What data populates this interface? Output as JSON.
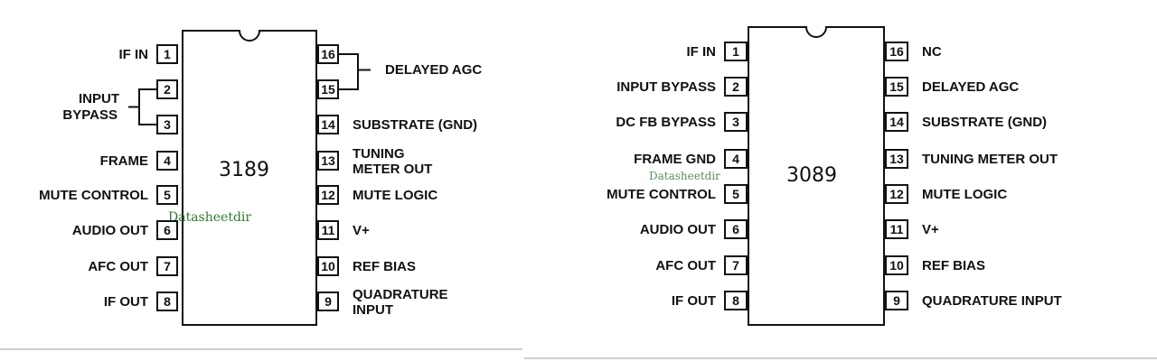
{
  "chips": [
    {
      "number": "3189",
      "watermark": "Datasheetdir",
      "left_pins": [
        {
          "num": "1",
          "label": "IF IN"
        },
        {
          "num": "2",
          "label": ""
        },
        {
          "num": "3",
          "label": ""
        },
        {
          "num": "4",
          "label": "FRAME"
        },
        {
          "num": "5",
          "label": "MUTE CONTROL"
        },
        {
          "num": "6",
          "label": "AUDIO OUT"
        },
        {
          "num": "7",
          "label": "AFC OUT"
        },
        {
          "num": "8",
          "label": "IF OUT"
        }
      ],
      "group_left": {
        "line1": "INPUT",
        "line2": "BYPASS"
      },
      "right_pins": [
        {
          "num": "16",
          "label": ""
        },
        {
          "num": "15",
          "label": ""
        },
        {
          "num": "14",
          "label": "SUBSTRATE (GND)"
        },
        {
          "num": "13",
          "label": "TUNING\nMETER OUT"
        },
        {
          "num": "12",
          "label": "MUTE LOGIC"
        },
        {
          "num": "11",
          "label": "V+"
        },
        {
          "num": "10",
          "label": "REF BIAS"
        },
        {
          "num": "9",
          "label": "QUADRATURE\nINPUT"
        }
      ],
      "group_right": {
        "line1": "DELAYED AGC"
      }
    },
    {
      "number": "3089",
      "watermark": "Datasheetdir",
      "left_pins": [
        {
          "num": "1",
          "label": "IF IN"
        },
        {
          "num": "2",
          "label": "INPUT BYPASS"
        },
        {
          "num": "3",
          "label": "DC FB BYPASS"
        },
        {
          "num": "4",
          "label": "FRAME GND"
        },
        {
          "num": "5",
          "label": "MUTE CONTROL"
        },
        {
          "num": "6",
          "label": "AUDIO OUT"
        },
        {
          "num": "7",
          "label": "AFC OUT"
        },
        {
          "num": "8",
          "label": "IF OUT"
        }
      ],
      "right_pins": [
        {
          "num": "16",
          "label": "NC"
        },
        {
          "num": "15",
          "label": "DELAYED AGC"
        },
        {
          "num": "14",
          "label": "SUBSTRATE (GND)"
        },
        {
          "num": "13",
          "label": "TUNING METER OUT"
        },
        {
          "num": "12",
          "label": "MUTE LOGIC"
        },
        {
          "num": "11",
          "label": "V+"
        },
        {
          "num": "10",
          "label": "REF BIAS"
        },
        {
          "num": "9",
          "label": "QUADRATURE INPUT"
        }
      ]
    }
  ]
}
